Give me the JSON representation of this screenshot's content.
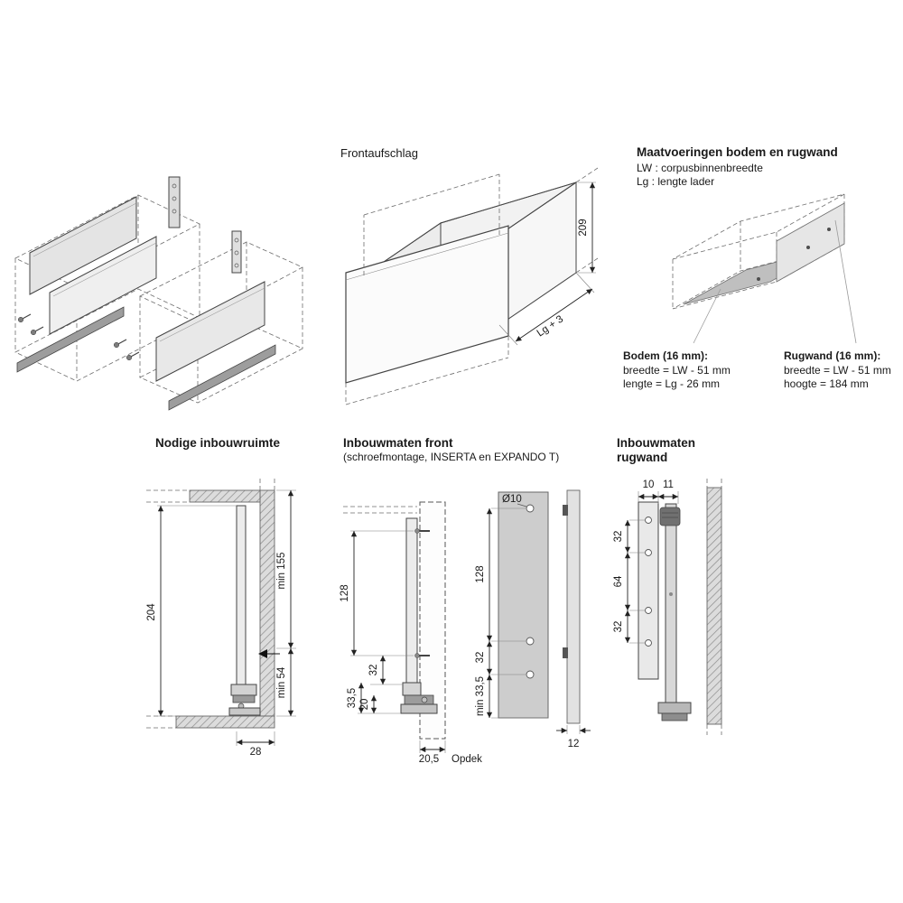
{
  "frontaufschlag": {
    "title": "Frontaufschlag",
    "dim_height": "209",
    "dim_length": "Lg + 3"
  },
  "maatvoeringen": {
    "title": "Maatvoeringen bodem en rugwand",
    "legend_lw": "LW : corpusbinnenbreedte",
    "legend_lg": "Lg : lengte lader",
    "bodem": {
      "title": "Bodem (16 mm):",
      "line1": "breedte = LW - 51 mm",
      "line2": "lengte = Lg - 26 mm"
    },
    "rugwand": {
      "title": "Rugwand (16 mm):",
      "line1": "breedte = LW - 51 mm",
      "line2": "hoogte = 184 mm"
    }
  },
  "inbouwruimte": {
    "title": "Nodige inbouwruimte",
    "dim_total_height": "204",
    "dim_min_top": "min 155",
    "dim_min_bottom": "min 54",
    "dim_depth": "28"
  },
  "front": {
    "title": "Inbouwmaten front",
    "subtitle": "(schroefmontage, INSERTA en EXPANDO T)",
    "dim_128": "128",
    "dim_32": "32",
    "dim_33_5": "33,5",
    "dim_20": "20",
    "dim_20_5": "20,5",
    "opdek_label": "Opdek",
    "hole_diameter": "Ø10",
    "plate_dim_128": "128",
    "plate_dim_32": "32",
    "plate_dim_min_33_5": "min 33,5",
    "dim_12": "12"
  },
  "rugwand_install": {
    "title_line1": "Inbouwmaten",
    "title_line2": "rugwand",
    "dim_10": "10",
    "dim_11": "11",
    "dim_32_top": "32",
    "dim_64": "64",
    "dim_32_bottom": "32"
  }
}
